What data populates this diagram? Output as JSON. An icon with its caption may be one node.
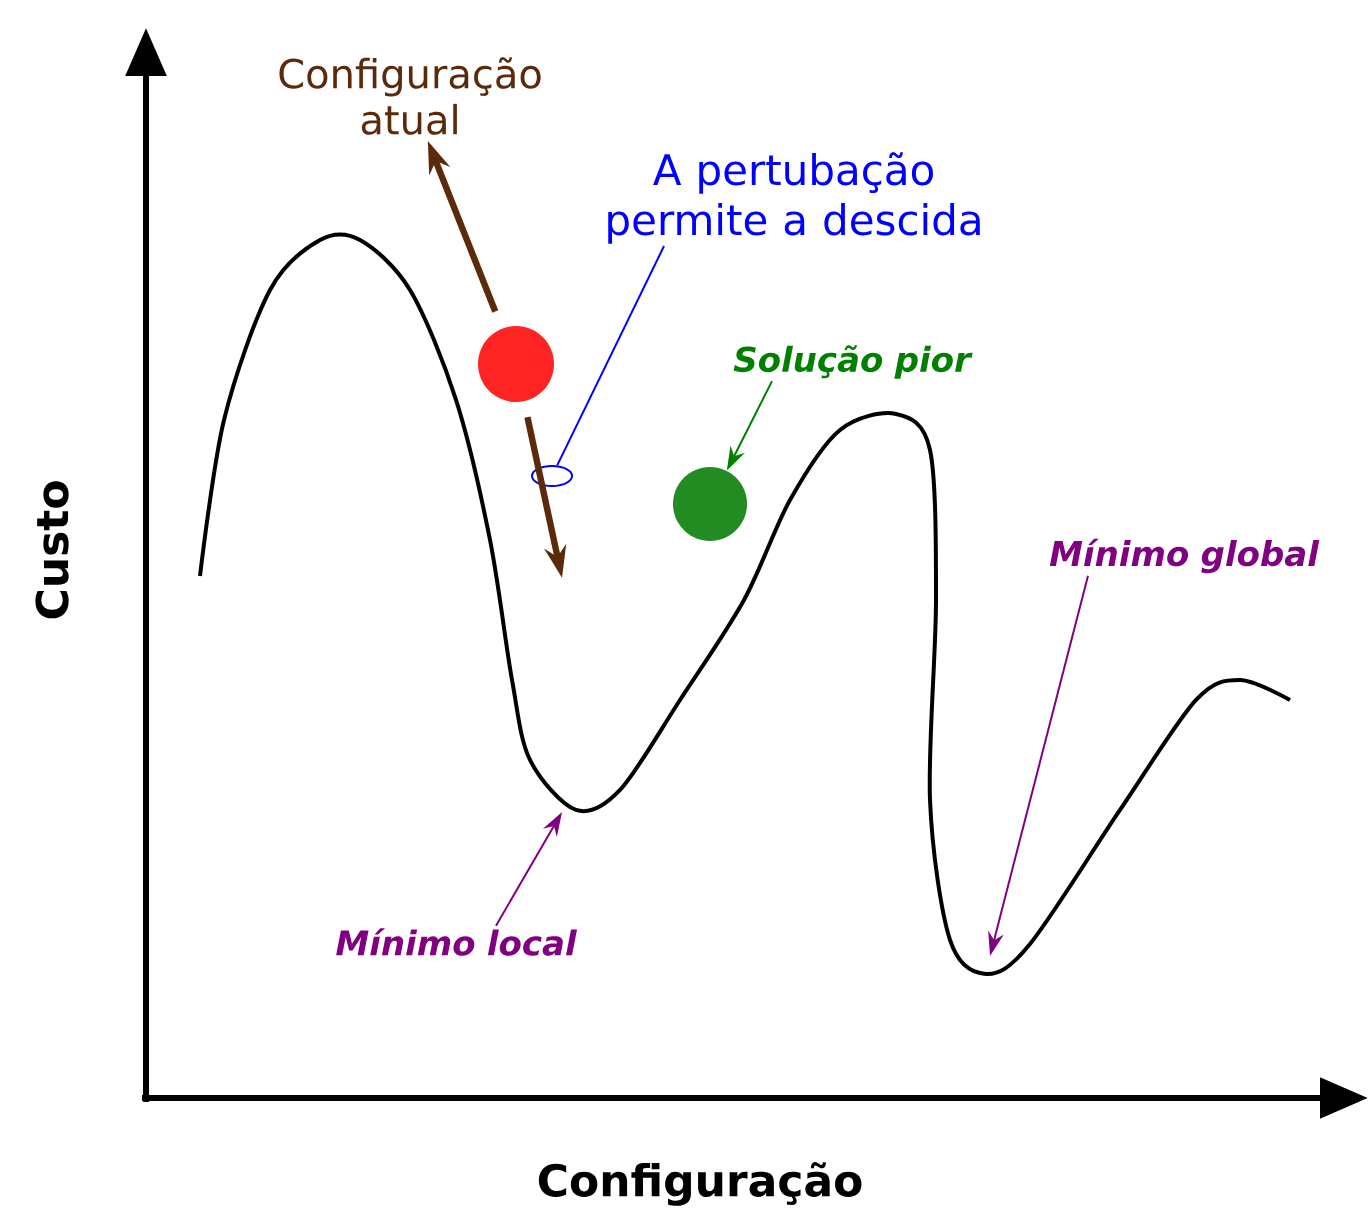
{
  "diagram": {
    "nodes": [
      {
        "text": [
          "Configuração atual"
        ]
      },
      {
        "text": [
          "A pertubação permite a descida"
        ]
      },
      {
        "text": [],
        "shape": "circle"
      },
      {
        "text": [
          "Solução pior"
        ]
      },
      {
        "text": [],
        "shape": "circle"
      },
      {
        "text": [
          "Mínimo global"
        ]
      },
      {
        "text": [
          "Mínimo local"
        ]
      },
      {
        "text": [],
        "shape": "circle"
      }
    ],
    "edges": [
      {
        "from": 2,
        "to": 0,
        "arrow": "to",
        "style": "thick",
        "color": "#5a2a0a"
      },
      {
        "from": 2,
        "to": null,
        "arrow": "to",
        "style": "thick",
        "color": "#5a2a0a"
      },
      {
        "from": 1,
        "to": 7,
        "arrow": "none",
        "color": "#0000ff"
      },
      {
        "from": 3,
        "to": 4,
        "arrow": "to",
        "color": "#008000"
      },
      {
        "from": 5,
        "to": null,
        "arrow": "to",
        "color": "#800080"
      },
      {
        "from": 6,
        "to": null,
        "arrow": "to",
        "color": "#800080"
      }
    ],
    "labels": [
      "Custo",
      "Configuração"
    ]
  }
}
